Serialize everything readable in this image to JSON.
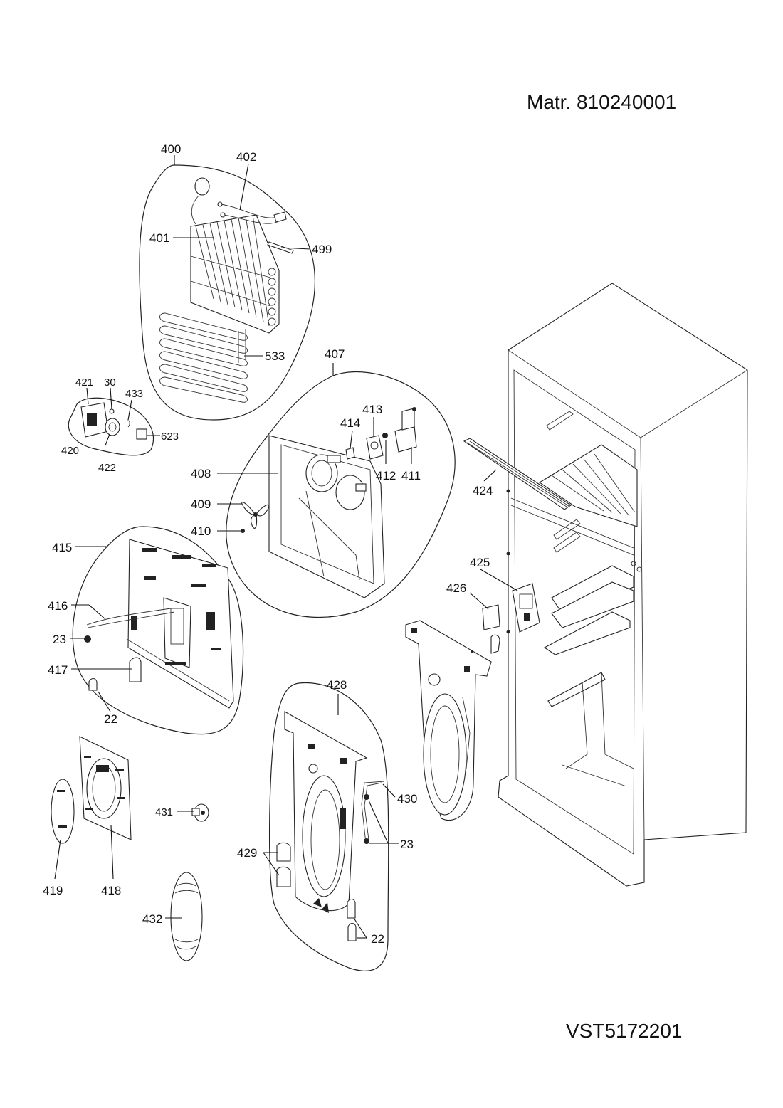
{
  "header": {
    "material_number": "Matr. 810240001",
    "diagram_code": "VST5172201"
  },
  "callouts": {
    "c400": "400",
    "c402": "402",
    "c401": "401",
    "c499": "499",
    "c533": "533",
    "c407": "407",
    "c413": "413",
    "c414": "414",
    "c412": "412",
    "c411": "411",
    "c408": "408",
    "c409": "409",
    "c410": "410",
    "c421": "421",
    "c30": "30",
    "c433": "433",
    "c623": "623",
    "c420": "420",
    "c422": "422",
    "c424": "424",
    "c425": "425",
    "c426": "426",
    "c415": "415",
    "c416": "416",
    "c23a": "23",
    "c417": "417",
    "c22a": "22",
    "c428": "428",
    "c430": "430",
    "c23b": "23",
    "c429": "429",
    "c22b": "22",
    "c431": "431",
    "c419": "419",
    "c418": "418",
    "c432": "432"
  }
}
